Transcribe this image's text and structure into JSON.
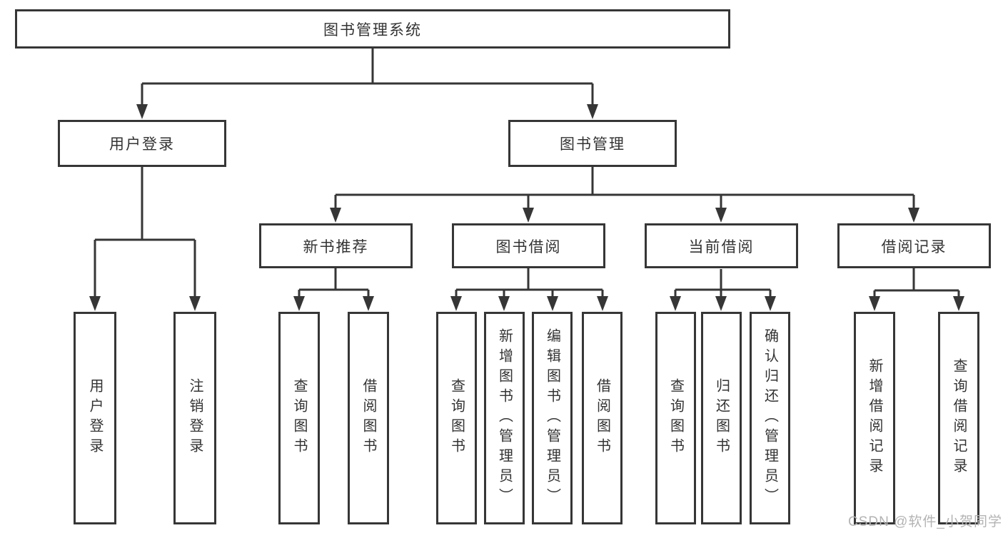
{
  "diagram": {
    "root": {
      "label": "图书管理系统"
    },
    "level2": {
      "user_login": "用户登录",
      "book_mgmt": "图书管理"
    },
    "level3": {
      "new_books": "新书推荐",
      "book_borrow": "图书借阅",
      "current_borrow": "当前借阅",
      "borrow_records": "借阅记录"
    },
    "leaves": {
      "user": [
        "用户登录",
        "注销登录"
      ],
      "new_books": [
        "查询图书",
        "借阅图书"
      ],
      "book_borrow": [
        "查询图书",
        "新增图书（管理员）",
        "编辑图书（管理员）",
        "借阅图书"
      ],
      "current_borrow": [
        "查询图书",
        "归还图书",
        "确认归还（管理员）"
      ],
      "borrow_records": [
        "新增借阅记录",
        "查询借阅记录"
      ]
    }
  },
  "watermark": {
    "text": "CSDN @软件_小贺同学"
  },
  "colors": {
    "line": "#363636",
    "text": "#333333",
    "watermark": "#b3b3b3",
    "background": "#ffffff"
  }
}
